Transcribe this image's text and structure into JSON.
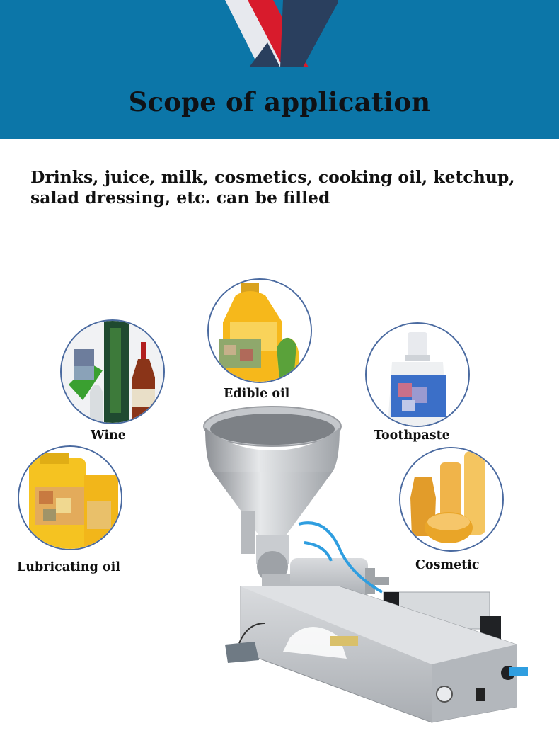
{
  "header": {
    "title": "Scope of application",
    "background_color": "#0c76a8",
    "logo_colors": [
      "#e7e9ee",
      "#d81b2c",
      "#2a3f5e"
    ]
  },
  "intro": {
    "text": "Drinks, juice, milk, cosmetics, cooking oil, ketchup, salad dressing, etc. can be filled"
  },
  "applications": [
    {
      "label": "Edible oil",
      "icon": "oil-bottle-icon"
    },
    {
      "label": "Wine",
      "icon": "beer-bottle-icon"
    },
    {
      "label": "Toothpaste",
      "icon": "toothpaste-tube-icon"
    },
    {
      "label": "Lubricating oil",
      "icon": "oil-jerrycan-icon"
    },
    {
      "label": "Cosmetic",
      "icon": "cosmetic-bottles-icon"
    }
  ],
  "machine": {
    "icon": "paste-filling-machine-icon"
  }
}
